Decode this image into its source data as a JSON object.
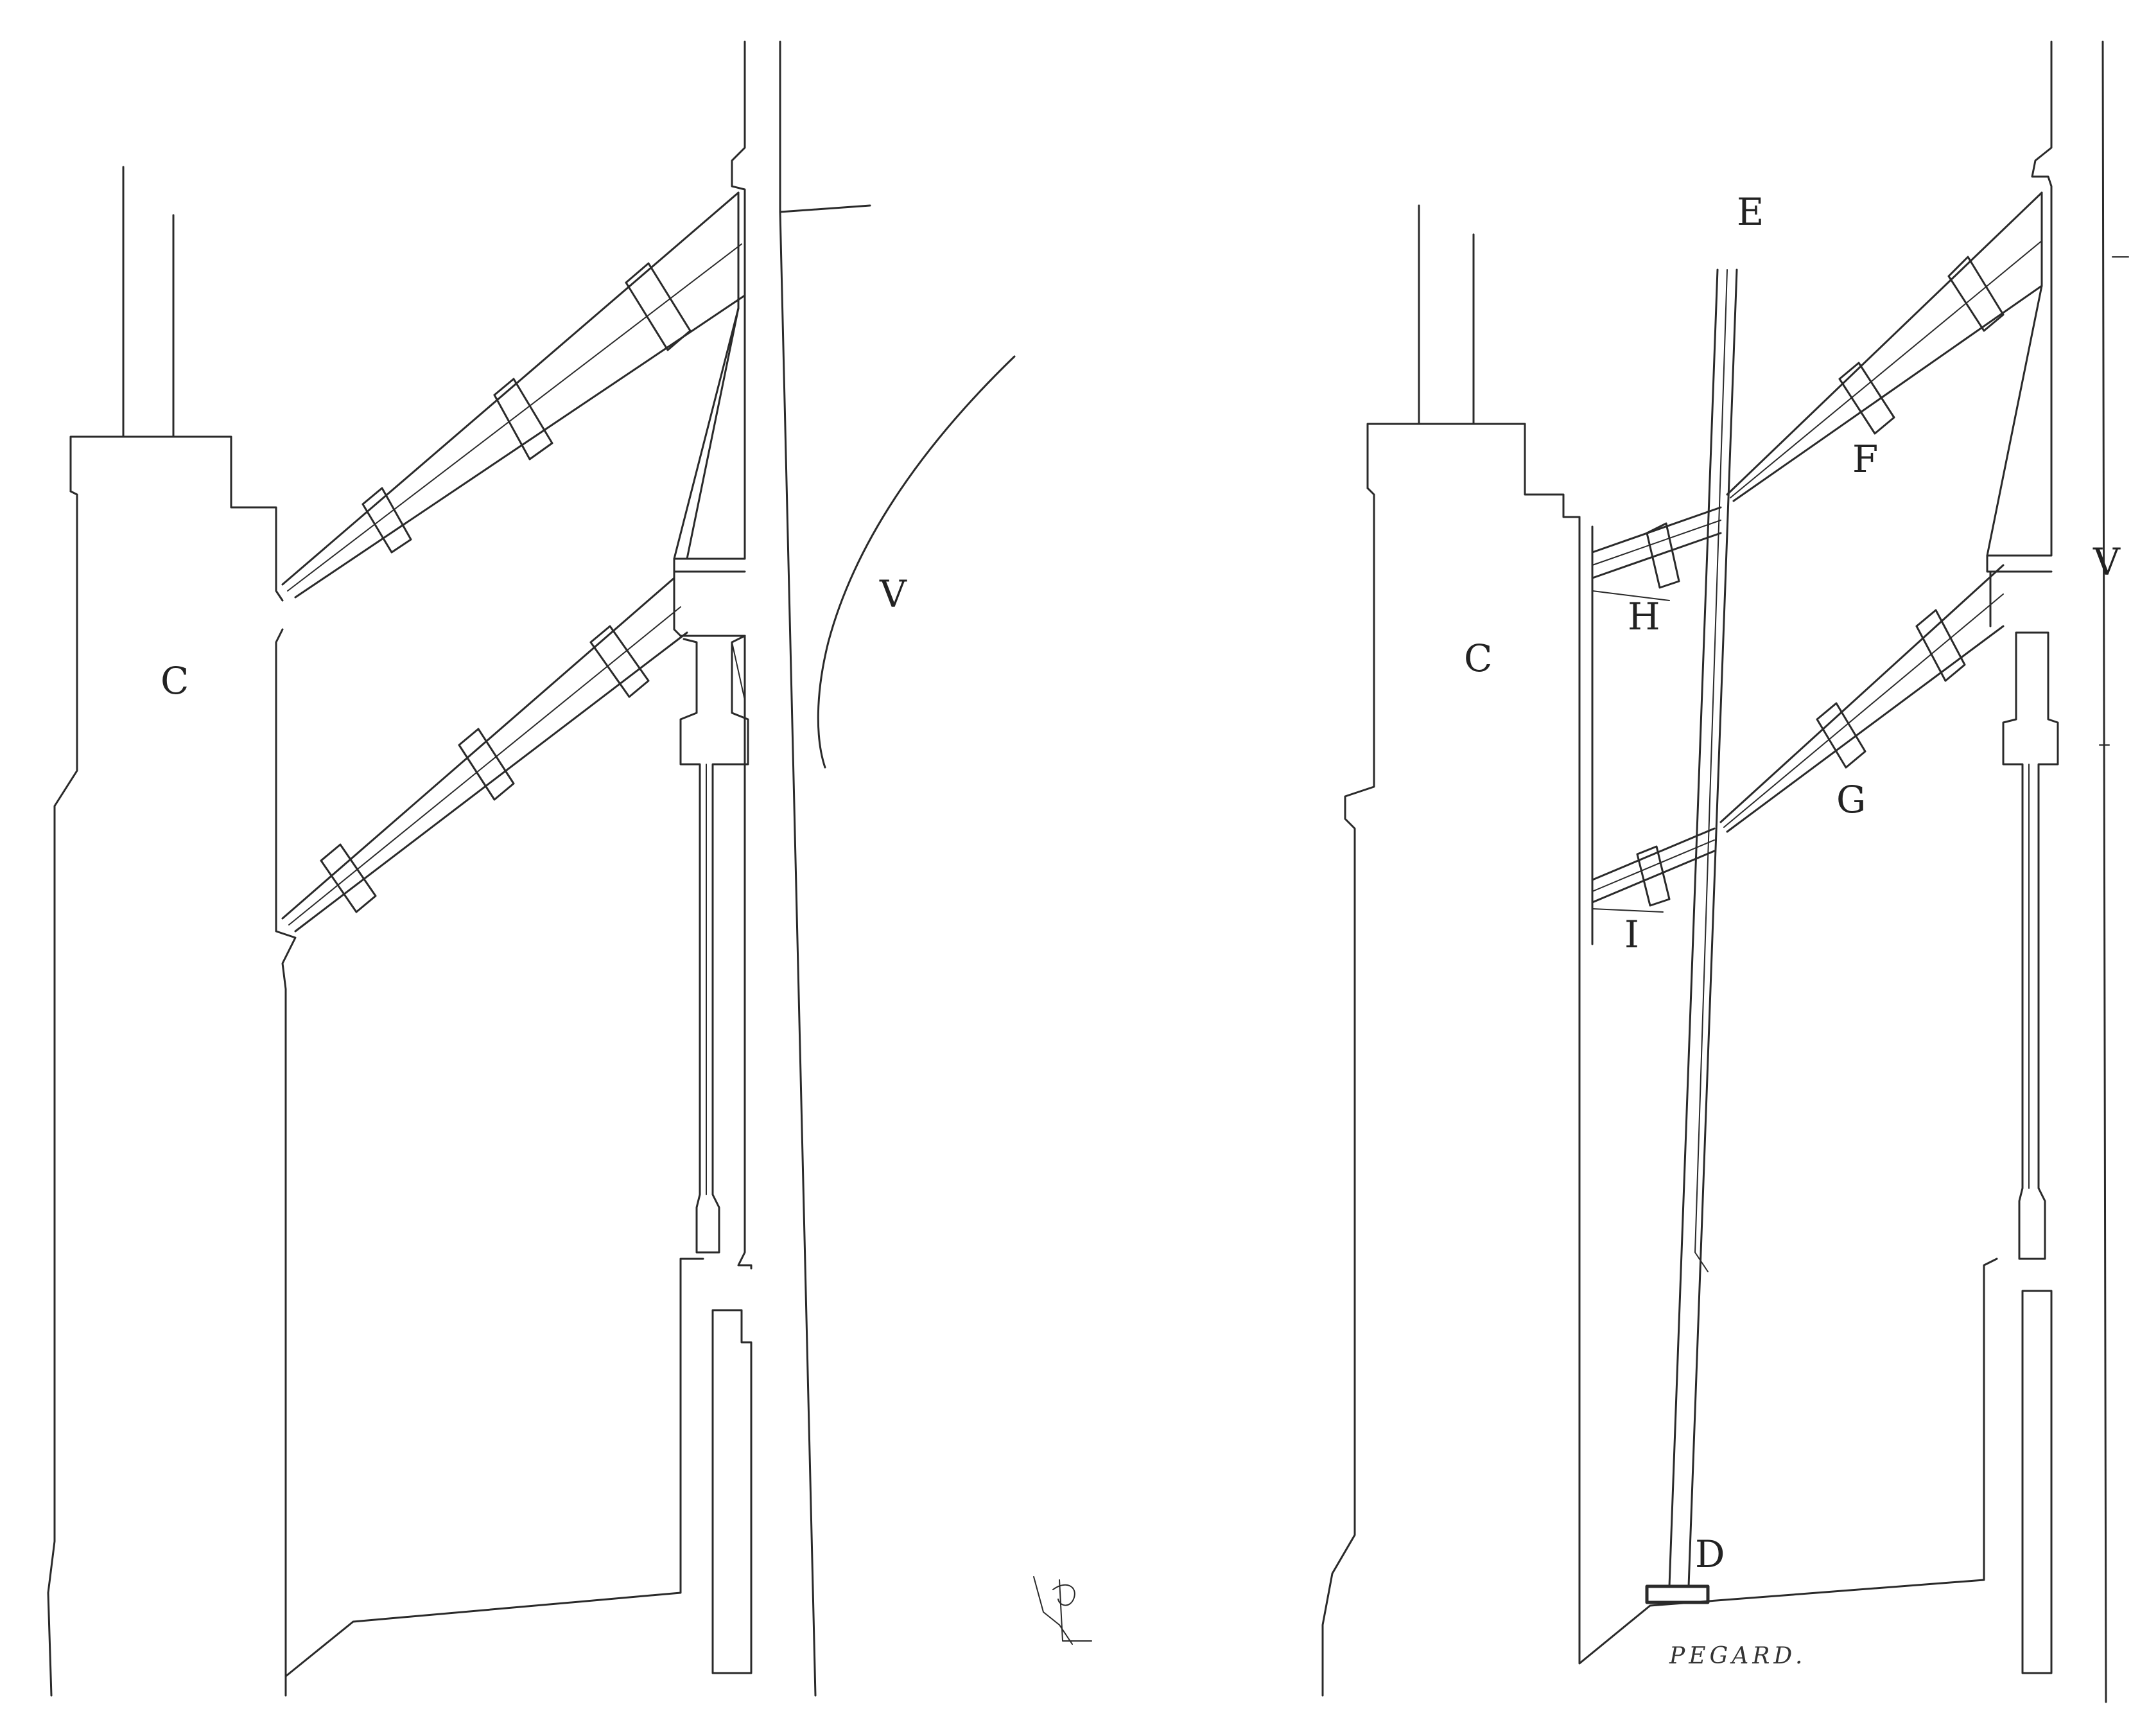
{
  "labels": {
    "left_c": "C",
    "left_v": "V",
    "right_c": "C",
    "right_v": "V",
    "e": "E",
    "f": "F",
    "g": "G",
    "h": "H",
    "i": "I",
    "d": "D"
  },
  "signature": "PEGARD.",
  "ink_color": "#2a2a2a"
}
